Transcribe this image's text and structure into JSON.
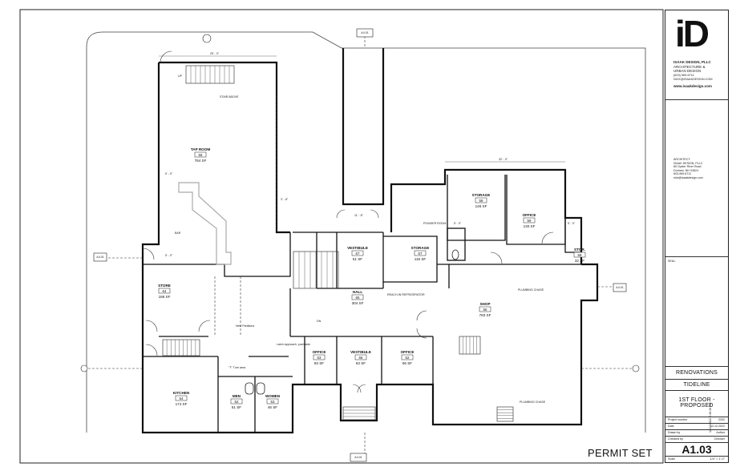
{
  "firm": {
    "logo_letters": "iD",
    "name": "ISAAK DESIGN, PLLC",
    "discipline_1": "ARCHITECTURE &",
    "discipline_2": "URBAN DESIGN",
    "phone": "(603) 969-6711",
    "email": "NICK@ISAAKDESIGN.COM",
    "website": "www.isaakdesign.com"
  },
  "architect_block": {
    "heading": "ARCHITECT:",
    "line1": "ISAAK DESIGN, PLLC",
    "line2": "85 Oyster River Road",
    "line3": "Durham, NH 03824",
    "line4": "603-969-6711",
    "line5": "nick@isaakdesign.com"
  },
  "seal_label": "SEAL:",
  "project": {
    "title": "RENOVATIONS",
    "client": "TIDELINE",
    "sheet_title_1": "1ST FLOOR -",
    "sheet_title_2": "PROPOSED"
  },
  "info_rows": [
    {
      "label": "Project number",
      "value": "2202"
    },
    {
      "label": "Date",
      "value": "12.12.2022"
    },
    {
      "label": "Drawn by",
      "value": "Author"
    },
    {
      "label": "Checked by",
      "value": "Checker"
    }
  ],
  "sheet_number": "A1.03",
  "scale_label": "Scale",
  "scale_value": "1/4\" = 1'-0\"",
  "timestamp": "12/12/2022 2:46:40 PM",
  "stamp": "PERMIT SET",
  "rooms": [
    {
      "name": "TAP ROOM",
      "num": "55",
      "area": "764 SF"
    },
    {
      "name": "STORE",
      "num": "64",
      "area": "186 SF"
    },
    {
      "name": "KITCHEN",
      "num": "54",
      "area": "174 SF"
    },
    {
      "name": "MEN",
      "num": "52",
      "area": "51 SF"
    },
    {
      "name": "WOMEN",
      "num": "53",
      "area": "46 SF"
    },
    {
      "name": "OFFICE",
      "num": "63",
      "area": "83 SF"
    },
    {
      "name": "VESTIBULE",
      "num": "66",
      "area": "63 SF"
    },
    {
      "name": "OFFICE",
      "num": "62",
      "area": "66 SF"
    },
    {
      "name": "HALL",
      "num": "65",
      "area": "304 SF"
    },
    {
      "name": "VESTIBULE",
      "num": "67",
      "area": "51 SF"
    },
    {
      "name": "STORAGE",
      "num": "57",
      "area": "115 SF"
    },
    {
      "name": "SHOP",
      "num": "56",
      "area": "783 SF"
    },
    {
      "name": "STORAGE",
      "num": "58",
      "area": "146 SF"
    },
    {
      "name": "OFFICE",
      "num": "59",
      "area": "130 SF"
    },
    {
      "name": "STOR.",
      "num": "68",
      "area": "32 SF"
    }
  ],
  "notes": {
    "stair_above": "STAIR ABOVE",
    "powder_room": "POWDER ROOM",
    "bar": "BAR",
    "up": "UP",
    "dn": "DN",
    "plumbing_chase_1": "PLUMBING CHASE",
    "plumbing_chase_2": "PLUMBING CHASE",
    "reach_in": "REACH-IN REFRIGERATOR",
    "new_partitions": "New Partitions",
    "t_turn": "\"T\" Turn area",
    "latch_approach": "Latch approach, push side"
  },
  "section_tags": [
    {
      "id": "tag-top",
      "text": "A4.01"
    },
    {
      "id": "tag-left",
      "text": "A4.01"
    },
    {
      "id": "tag-right",
      "text": "A4.01"
    },
    {
      "id": "tag-bottom",
      "text": "A4.01"
    }
  ],
  "dimensions": {
    "d_top": "25' - 0\"",
    "d_shop_top": "32' - 0\"",
    "d_bar": "5' - 0\"",
    "d_bar2": "5' - 0\"",
    "d_side": "3' - 8\"",
    "d_vest": "11' - 8\"",
    "d_pw": "5' - 0\"",
    "d_stor": "5' - 0\""
  }
}
